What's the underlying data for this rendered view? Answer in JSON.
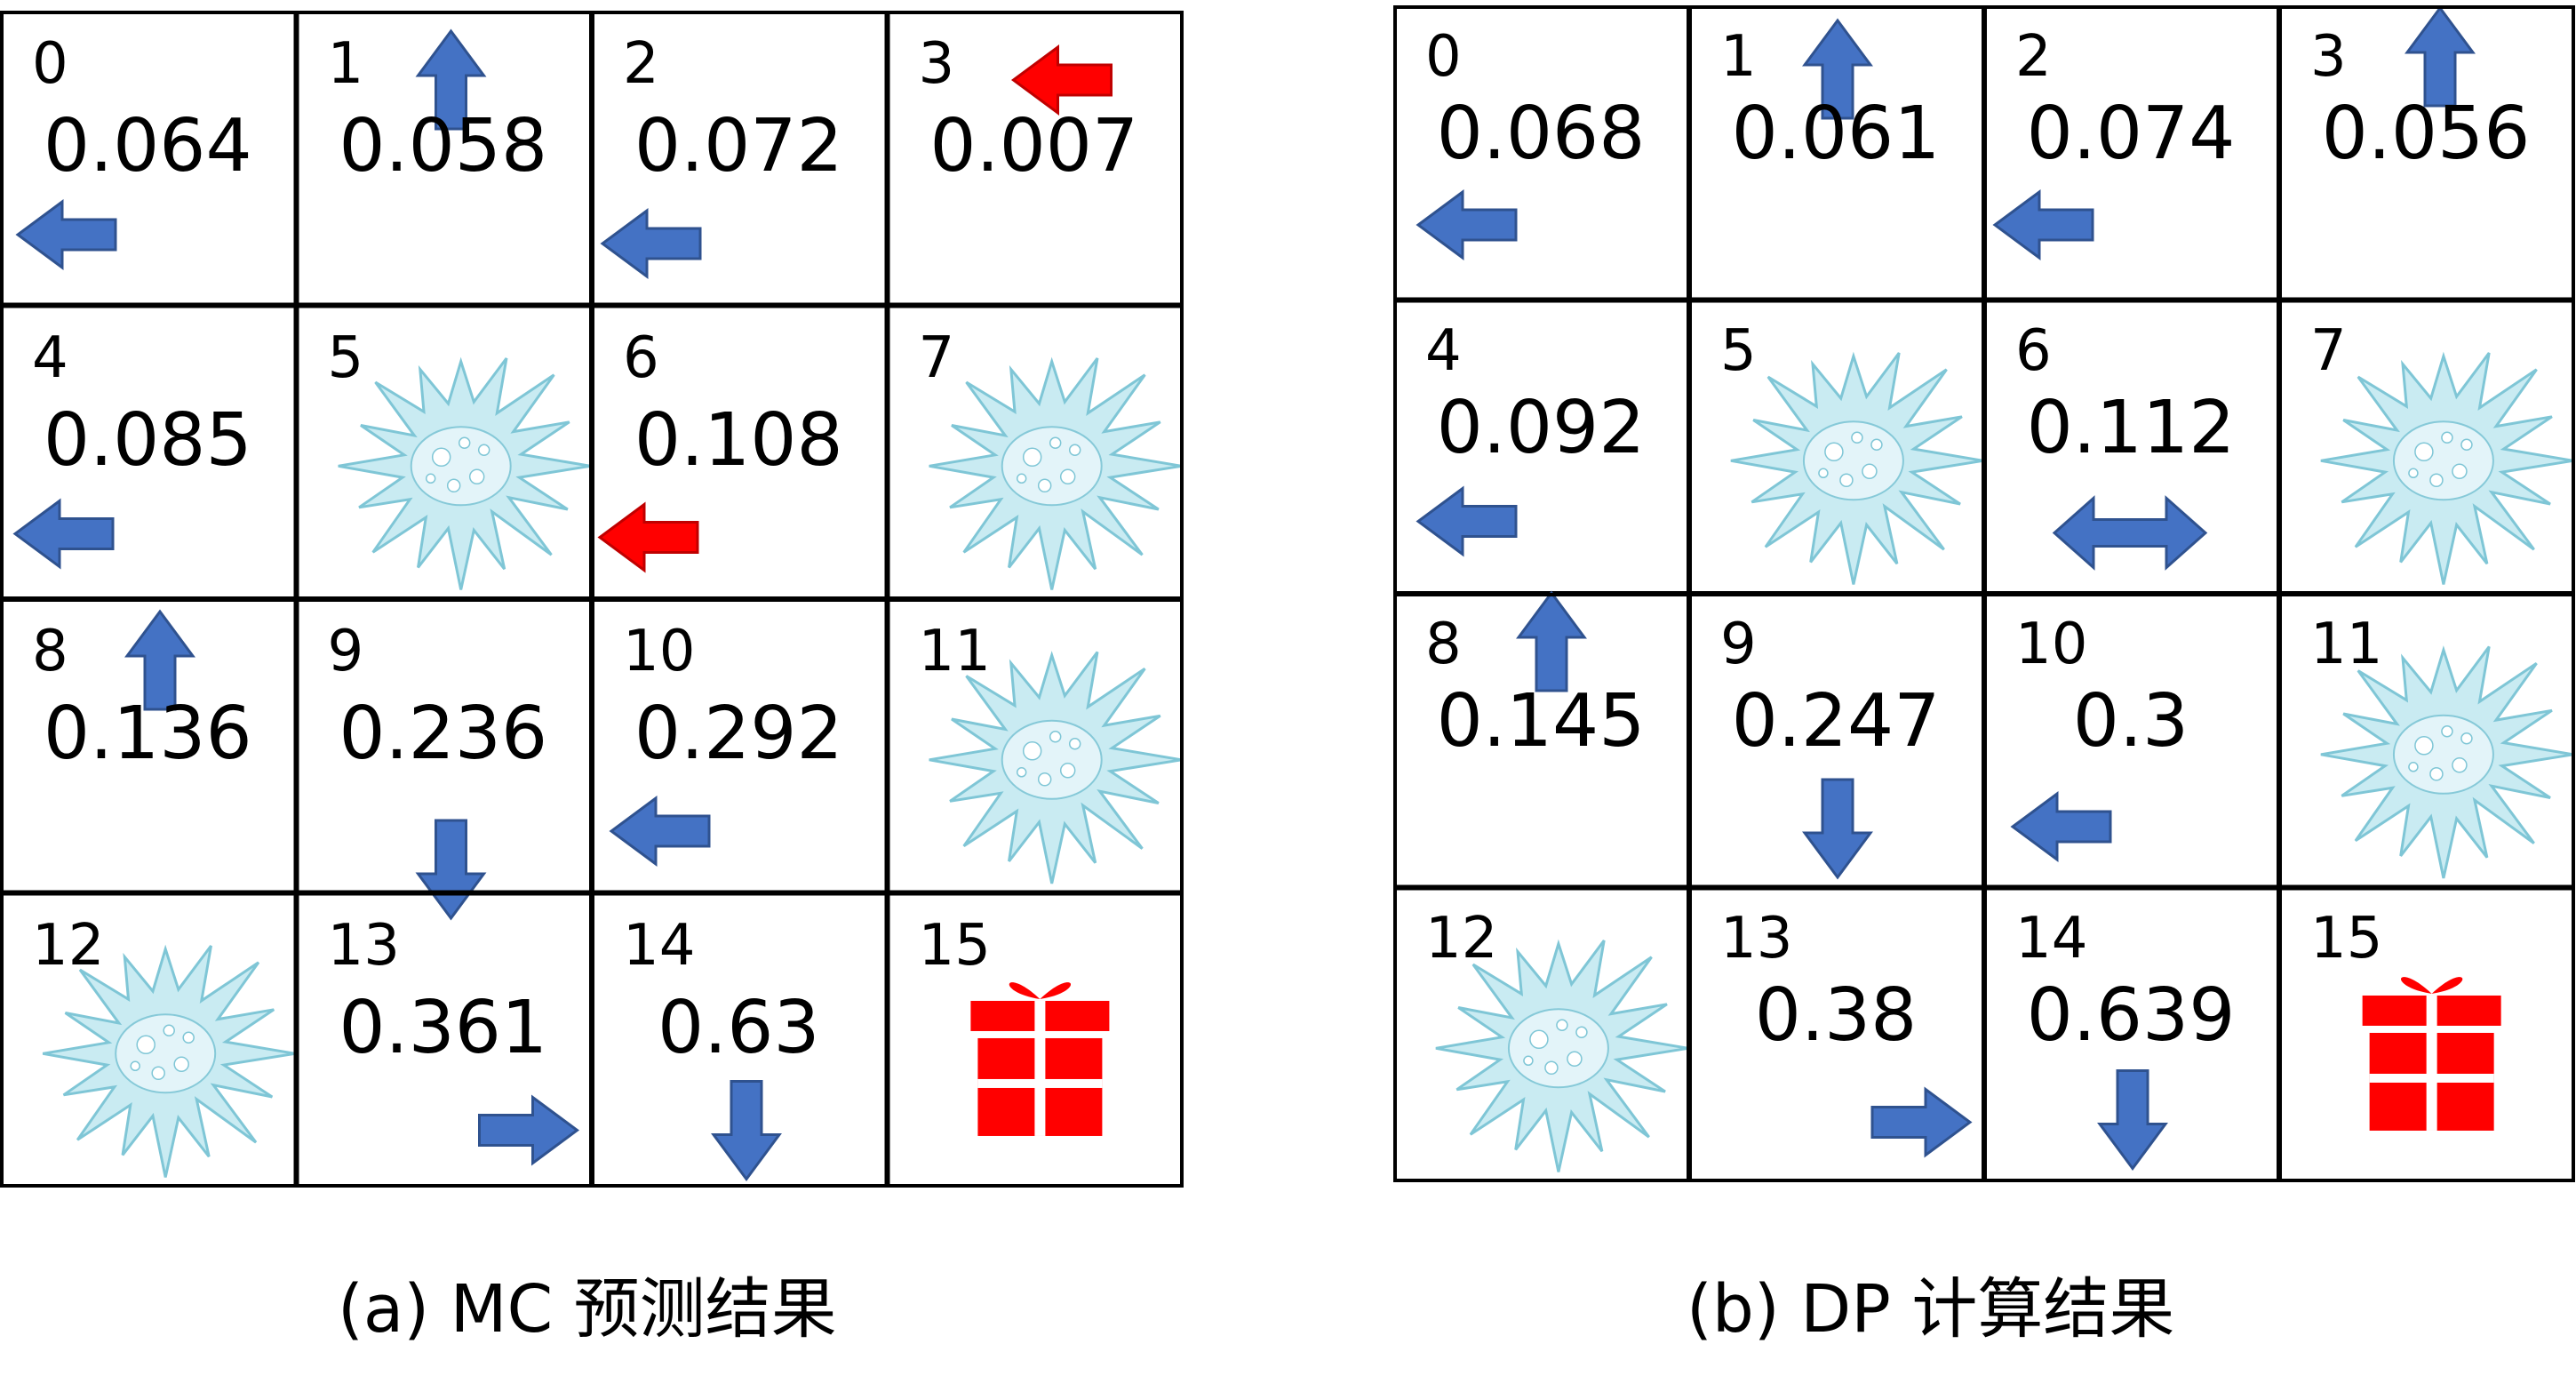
{
  "palette": {
    "arrow_blue": "#4472C4",
    "arrow_blue_stroke": "#2F528F",
    "arrow_red": "#FF0000",
    "gift_red": "#FF0000",
    "hole_fill": "#C9EBF2",
    "hole_stroke": "#7FC6D6",
    "grid_line": "#000000"
  },
  "panels": [
    {
      "id": "mc",
      "caption": "(a) MC 预测结果",
      "cells": [
        {
          "index": "0",
          "value": "0.064",
          "kind": "state",
          "arrows": [
            {
              "dir": "left",
              "color": "blue"
            }
          ]
        },
        {
          "index": "1",
          "value": "0.058",
          "kind": "state",
          "arrows": [
            {
              "dir": "up",
              "color": "blue"
            }
          ]
        },
        {
          "index": "2",
          "value": "0.072",
          "kind": "state",
          "arrows": [
            {
              "dir": "left",
              "color": "blue"
            }
          ]
        },
        {
          "index": "3",
          "value": "0.007",
          "kind": "state",
          "arrows": [
            {
              "dir": "left",
              "color": "red"
            }
          ]
        },
        {
          "index": "4",
          "value": "0.085",
          "kind": "state",
          "arrows": [
            {
              "dir": "left",
              "color": "blue"
            }
          ]
        },
        {
          "index": "5",
          "value": "",
          "kind": "hole",
          "arrows": []
        },
        {
          "index": "6",
          "value": "0.108",
          "kind": "state",
          "arrows": [
            {
              "dir": "left",
              "color": "red"
            }
          ]
        },
        {
          "index": "7",
          "value": "",
          "kind": "hole",
          "arrows": []
        },
        {
          "index": "8",
          "value": "0.136",
          "kind": "state",
          "arrows": [
            {
              "dir": "up",
              "color": "blue"
            }
          ]
        },
        {
          "index": "9",
          "value": "0.236",
          "kind": "state",
          "arrows": [
            {
              "dir": "down",
              "color": "blue"
            }
          ]
        },
        {
          "index": "10",
          "value": "0.292",
          "kind": "state",
          "arrows": [
            {
              "dir": "left",
              "color": "blue"
            }
          ]
        },
        {
          "index": "11",
          "value": "",
          "kind": "hole",
          "arrows": []
        },
        {
          "index": "12",
          "value": "",
          "kind": "hole",
          "arrows": []
        },
        {
          "index": "13",
          "value": "0.361",
          "kind": "state",
          "arrows": [
            {
              "dir": "right",
              "color": "blue"
            }
          ]
        },
        {
          "index": "14",
          "value": "0.63",
          "kind": "state",
          "arrows": [
            {
              "dir": "down",
              "color": "blue"
            }
          ]
        },
        {
          "index": "15",
          "value": "",
          "kind": "goal",
          "arrows": []
        }
      ]
    },
    {
      "id": "dp",
      "caption": "(b) DP 计算结果",
      "cells": [
        {
          "index": "0",
          "value": "0.068",
          "kind": "state",
          "arrows": [
            {
              "dir": "left",
              "color": "blue"
            }
          ]
        },
        {
          "index": "1",
          "value": "0.061",
          "kind": "state",
          "arrows": [
            {
              "dir": "up",
              "color": "blue"
            }
          ]
        },
        {
          "index": "2",
          "value": "0.074",
          "kind": "state",
          "arrows": [
            {
              "dir": "left",
              "color": "blue"
            }
          ]
        },
        {
          "index": "3",
          "value": "0.056",
          "kind": "state",
          "arrows": [
            {
              "dir": "up",
              "color": "blue"
            }
          ]
        },
        {
          "index": "4",
          "value": "0.092",
          "kind": "state",
          "arrows": [
            {
              "dir": "left",
              "color": "blue"
            }
          ]
        },
        {
          "index": "5",
          "value": "",
          "kind": "hole",
          "arrows": []
        },
        {
          "index": "6",
          "value": "0.112",
          "kind": "state",
          "arrows": [
            {
              "dir": "left-right",
              "color": "blue"
            }
          ]
        },
        {
          "index": "7",
          "value": "",
          "kind": "hole",
          "arrows": []
        },
        {
          "index": "8",
          "value": "0.145",
          "kind": "state",
          "arrows": [
            {
              "dir": "up",
              "color": "blue"
            }
          ]
        },
        {
          "index": "9",
          "value": "0.247",
          "kind": "state",
          "arrows": [
            {
              "dir": "down",
              "color": "blue"
            }
          ]
        },
        {
          "index": "10",
          "value": "0.3",
          "kind": "state",
          "arrows": [
            {
              "dir": "left",
              "color": "blue"
            }
          ]
        },
        {
          "index": "11",
          "value": "",
          "kind": "hole",
          "arrows": []
        },
        {
          "index": "12",
          "value": "",
          "kind": "hole",
          "arrows": []
        },
        {
          "index": "13",
          "value": "0.38",
          "kind": "state",
          "arrows": [
            {
              "dir": "right",
              "color": "blue"
            }
          ]
        },
        {
          "index": "14",
          "value": "0.639",
          "kind": "state",
          "arrows": [
            {
              "dir": "down",
              "color": "blue"
            }
          ]
        },
        {
          "index": "15",
          "value": "",
          "kind": "goal",
          "arrows": []
        }
      ]
    }
  ]
}
